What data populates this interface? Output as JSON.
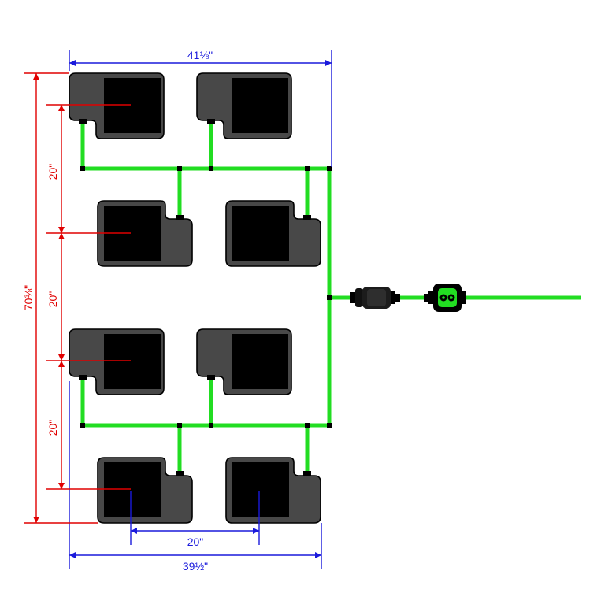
{
  "dimensions": {
    "top_width": "41⅛\"",
    "bottom_width": "39½\"",
    "pot_spacing": "20\"",
    "total_height": "70⅜\"",
    "row_spacing_1": "20\"",
    "row_spacing_2": "20\"",
    "row_spacing_3": "20\""
  },
  "colors": {
    "pipe": "#22dd22",
    "pot": "#484848",
    "dimension_blue": "#1a1adc",
    "dimension_red": "#e00000"
  },
  "components": {
    "pot_count": 8,
    "filter_icon": "inline-filter-icon",
    "tap_icon": "tap-connector-icon"
  }
}
